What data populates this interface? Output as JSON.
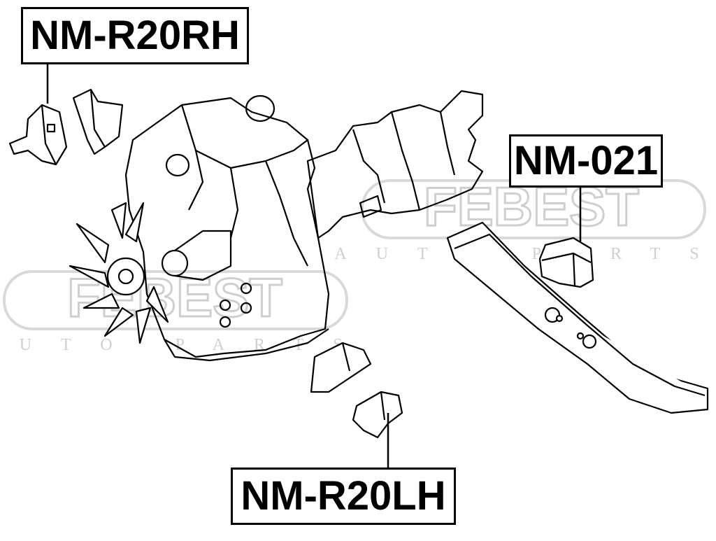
{
  "watermark": {
    "brand": "FEBEST",
    "tagline": "AUTO PARTS",
    "color": "#d9d9d9"
  },
  "labels": {
    "right_mount": "NM-R20RH",
    "rear_mount": "NM-021",
    "left_mount": "NM-R20LH"
  },
  "colors": {
    "line": "#000000",
    "background": "#ffffff"
  }
}
